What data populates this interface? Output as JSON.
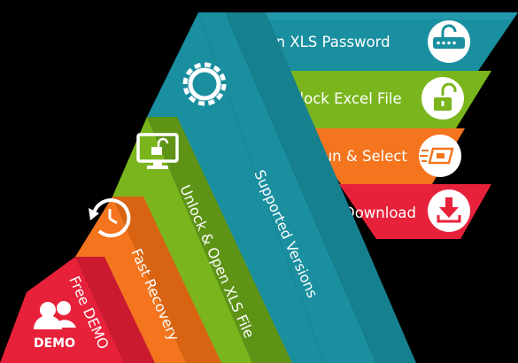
{
  "colors": {
    "background": "#000000",
    "teal": "#1a8fa0",
    "green": "#7ab51d",
    "orange": "#f4751e",
    "red": "#e8213a",
    "white": "#ffffff"
  },
  "features": [
    {
      "label": "Open XLS Password",
      "icon": "password-key-icon",
      "color": "#1a8fa0"
    },
    {
      "label": "Unlock Excel File",
      "icon": "unlock-padlock-icon",
      "color": "#7ab51d"
    },
    {
      "label": "Run & Select",
      "icon": "run-select-icon",
      "color": "#f4751e"
    },
    {
      "label": "Download",
      "icon": "download-icon",
      "color": "#e8213a"
    }
  ],
  "bands": [
    {
      "label": "Supported Versions",
      "icon": "gear-icon",
      "color": "#1a8fa0"
    },
    {
      "label": "Unlock & Open XLS File",
      "icon": "monitor-unlock-icon",
      "color": "#7ab51d"
    },
    {
      "label": "Fast Recovery",
      "icon": "clock-history-icon",
      "color": "#f4751e"
    },
    {
      "label": "Free DEMO",
      "icon": "users-demo-icon",
      "color": "#e8213a"
    }
  ],
  "demo_badge": "DEMO"
}
